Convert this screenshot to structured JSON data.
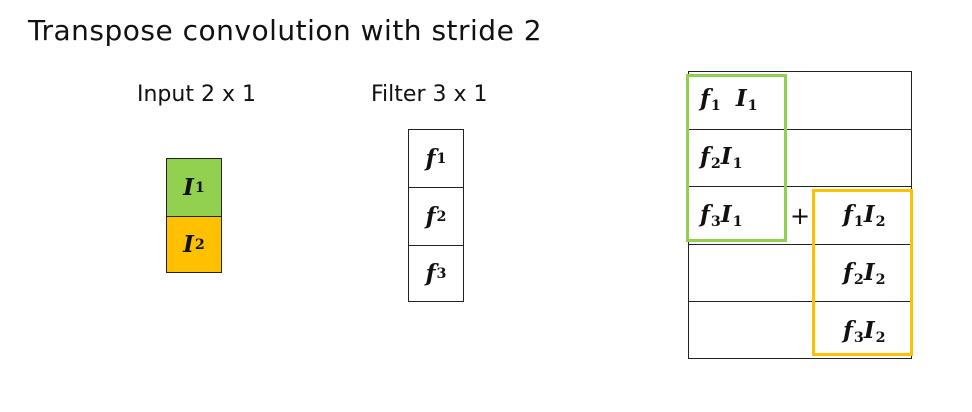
{
  "title": "Transpose convolution with stride 2",
  "input": {
    "label": "Input 2 x 1",
    "cells": [
      {
        "sym": "I",
        "sub": "1",
        "color": "#92d050"
      },
      {
        "sym": "I",
        "sub": "2",
        "color": "#ffc000"
      }
    ]
  },
  "filter": {
    "label": "Filter 3 x 1",
    "cells": [
      {
        "sym": "f",
        "sub": "1"
      },
      {
        "sym": "f",
        "sub": "2"
      },
      {
        "sym": "f",
        "sub": "3"
      }
    ]
  },
  "output": {
    "green_terms": [
      {
        "a": "f",
        "as": "1",
        "b": "I",
        "bs": "1"
      },
      {
        "a": "f",
        "as": "2",
        "b": "I",
        "bs": "1"
      },
      {
        "a": "f",
        "as": "3",
        "b": "I",
        "bs": "1"
      }
    ],
    "plus": "+",
    "orange_terms": [
      {
        "a": "f",
        "as": "1",
        "b": "I",
        "bs": "2"
      },
      {
        "a": "f",
        "as": "2",
        "b": "I",
        "bs": "2"
      },
      {
        "a": "f",
        "as": "3",
        "b": "I",
        "bs": "2"
      }
    ],
    "green_color": "#92d050",
    "orange_color": "#ffc000"
  }
}
